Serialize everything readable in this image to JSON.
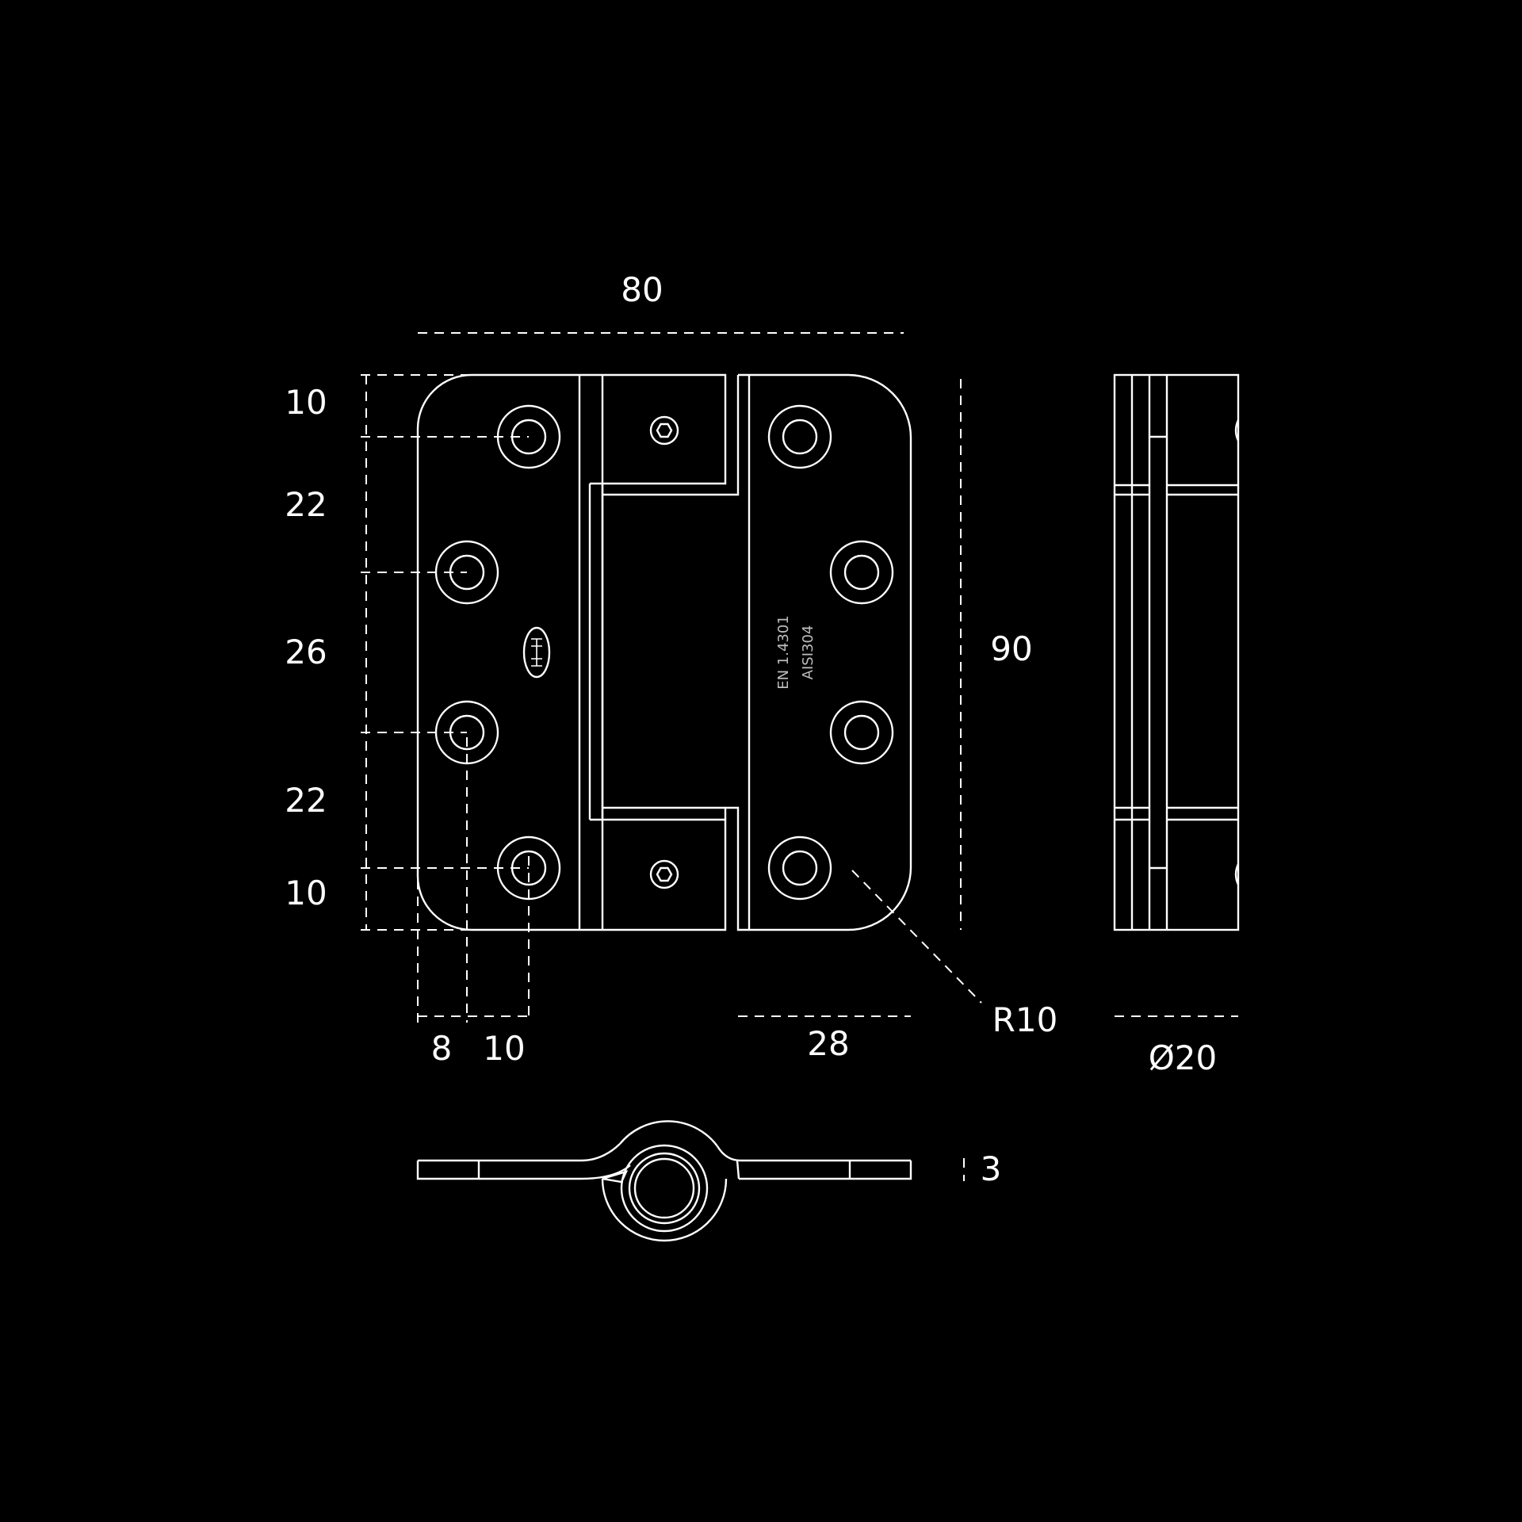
{
  "colors": {
    "background": "#000000",
    "line": "#ffffff",
    "stamp": "#bdbdbd"
  },
  "dimensions": {
    "width_total": "80",
    "height_total": "90",
    "hole_pitch_1": "10",
    "hole_pitch_2": "22",
    "hole_pitch_3": "26",
    "hole_pitch_4": "22",
    "hole_pitch_5": "10",
    "edge_offset": "8",
    "hole_offset": "10",
    "leaf_width": "28",
    "corner_radius": "R10",
    "knuckle_diameter": "Ø20",
    "thickness": "3"
  },
  "marking": {
    "line1": "EN 1.4301",
    "line2": "AISI304"
  }
}
